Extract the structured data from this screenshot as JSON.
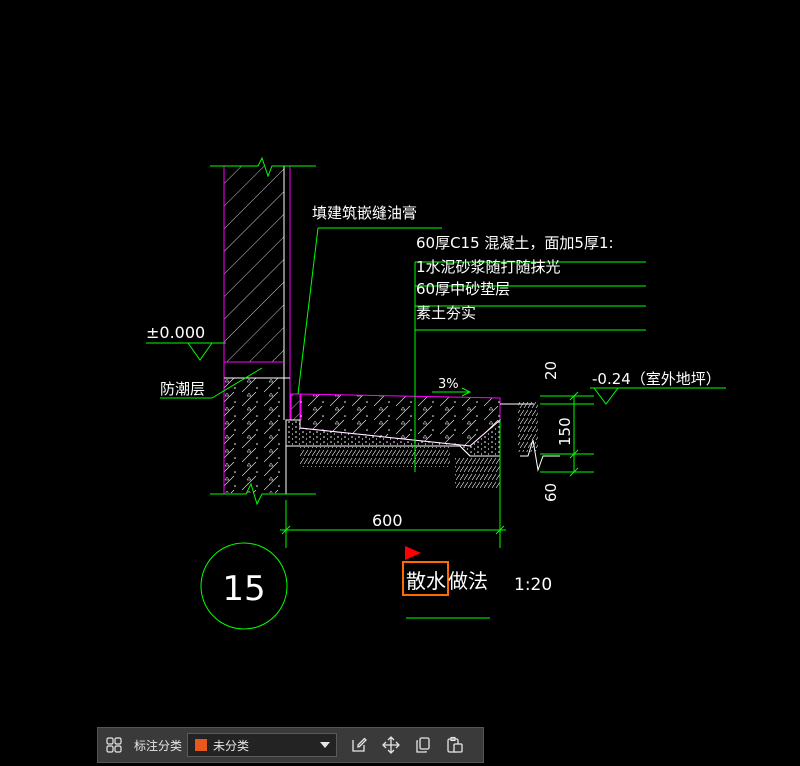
{
  "drawing": {
    "caulk_note": "填建筑嵌缝油膏",
    "layers": [
      "60厚C15 混凝土，面加5厚1:",
      "1水泥砂浆随打随抹光",
      "60厚中砂垫层",
      "素土夯实"
    ],
    "elev_zero": "±0.000",
    "damp_proof": "防潮层",
    "slope": "3%",
    "dim_20": "20",
    "dim_150": "150",
    "dim_60": "60",
    "dim_600": "600",
    "outdoor_elev": "-0.24（室外地坪）",
    "detail_number": "15",
    "title_part1": "散水",
    "title_part2": "做法",
    "scale": "1:20"
  },
  "colors": {
    "background": "#000000",
    "leader_green": "#00ff00",
    "outline_magenta": "#ff00ff",
    "hatch_white": "#ffffff",
    "marker_red": "#ff0000",
    "selection_orange": "#ff6a00"
  },
  "toolbar": {
    "category_label": "标注分类",
    "category_value": "未分类",
    "category_color": "#e8581c",
    "icons": [
      "grid-icon",
      "chevron-down-icon",
      "edit-icon",
      "move-icon",
      "copy-icon",
      "paste-icon"
    ]
  }
}
